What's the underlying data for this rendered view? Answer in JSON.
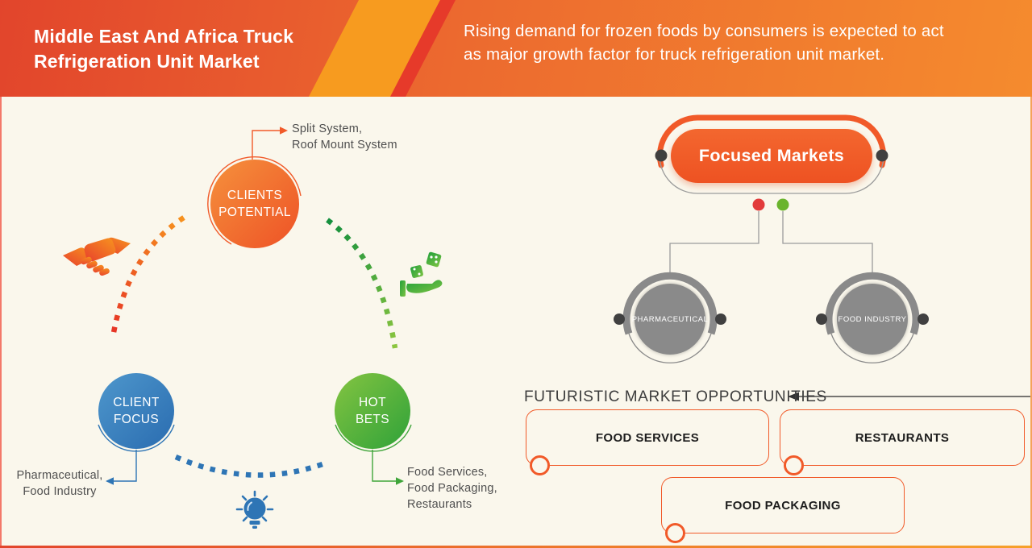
{
  "banner": {
    "title_lines": [
      "Middle East And Africa Truck",
      "Refrigeration Unit Market"
    ],
    "subtitle_lines": [
      "Rising demand for frozen foods by consumers is expected to act",
      "as major growth factor for truck refrigeration unit market."
    ]
  },
  "cycle": {
    "clients_potential": {
      "label_lines": [
        "CLIENTS",
        "POTENTIAL"
      ],
      "note_lines": [
        "Split System,",
        "Roof Mount System"
      ]
    },
    "client_focus": {
      "label_lines": [
        "CLIENT",
        "FOCUS"
      ],
      "note_lines": [
        "Pharmaceutical,",
        "Food Industry"
      ]
    },
    "hot_bets": {
      "label_lines": [
        "HOT",
        "BETS"
      ],
      "note_lines": [
        "Food Services,",
        "Food Packaging,",
        "Restaurants"
      ]
    },
    "icons": {
      "handshake": "handshake-icon",
      "dice_hand": "dice-hand-icon",
      "lightbulb": "lightbulb-icon"
    }
  },
  "focused_markets": {
    "title": "Focused Markets",
    "markets": [
      "PHARMACEUTICAL",
      "FOOD INDUSTRY"
    ]
  },
  "opportunities": {
    "heading": "FUTURISTIC MARKET OPPORTUNITIES",
    "boxes": [
      "FOOD SERVICES",
      "RESTAURANTS",
      "FOOD PACKAGING"
    ]
  },
  "colors": {
    "banner_red": "#e2452c",
    "banner_orange": "#f58b2e",
    "accent_orange": "#f15a29",
    "accent_blue": "#2e75b5",
    "accent_green": "#3fa53a",
    "gray": "#8a8a8a",
    "background": "#faf7ec",
    "text_dark": "#4a4a4a"
  }
}
